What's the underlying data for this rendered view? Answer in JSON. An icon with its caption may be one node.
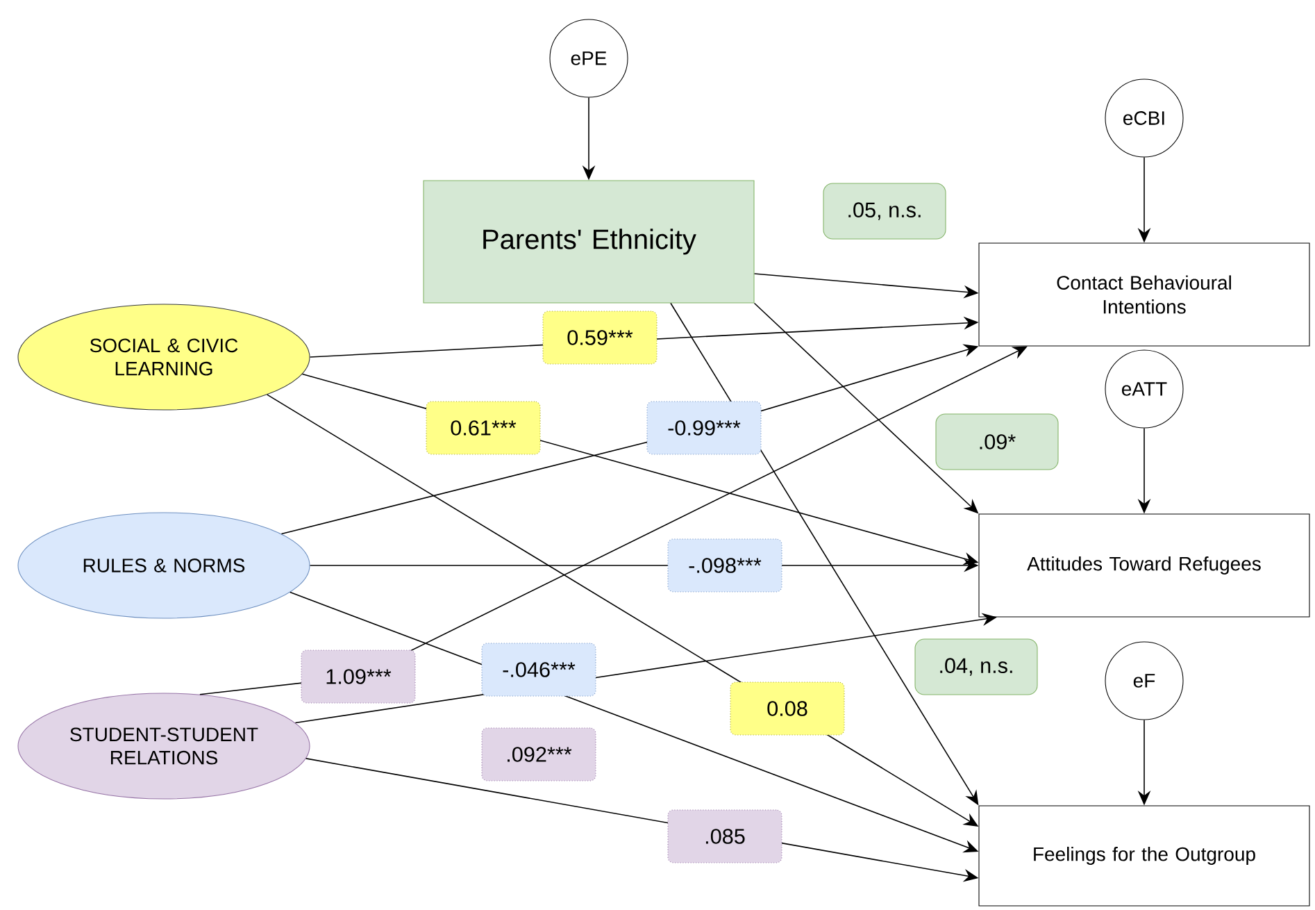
{
  "diagram": {
    "nodes": [
      {
        "text": [
          "ePE"
        ]
      },
      {
        "text": [
          "Parents' Ethnicity"
        ]
      },
      {
        "text": [
          "eCBI"
        ]
      },
      {
        "text": [
          "Contact Behavioural Intentions"
        ]
      },
      {
        "text": [
          "eATT"
        ]
      },
      {
        "text": [
          "Attitudes Toward Refugees"
        ]
      },
      {
        "text": [
          "eF"
        ]
      },
      {
        "text": [
          "Feelings for the Outgroup"
        ]
      },
      {
        "text": [
          "SOCIAL & CIVIC LEARNING"
        ]
      },
      {
        "text": [
          "RULES & NORMS"
        ]
      },
      {
        "text": [
          "STUDENT-STUDENT RELATIONS"
        ]
      }
    ],
    "edges": [
      {
        "from": 0,
        "to": 1,
        "arrow": "to"
      },
      {
        "from": 2,
        "to": 3,
        "arrow": "to"
      },
      {
        "from": 4,
        "to": 5,
        "arrow": "to"
      },
      {
        "from": 6,
        "to": 7,
        "arrow": "to"
      },
      {
        "from": 1,
        "to": 3,
        "arrow": "to"
      },
      {
        "from": 1,
        "to": 5,
        "arrow": "to"
      },
      {
        "from": 1,
        "to": 7,
        "arrow": "to"
      },
      {
        "from": 8,
        "to": 3,
        "arrow": "to",
        "label": "0.59***"
      },
      {
        "from": 8,
        "to": 5,
        "arrow": "to",
        "label": "0.61***"
      },
      {
        "from": 8,
        "to": 7,
        "arrow": "to",
        "label": "0.08"
      },
      {
        "from": 9,
        "to": 3,
        "arrow": "to",
        "label": "-0.99***"
      },
      {
        "from": 9,
        "to": 5,
        "arrow": "to",
        "label": "-.098***"
      },
      {
        "from": 9,
        "to": 7,
        "arrow": "to",
        "label": "-.046***"
      },
      {
        "from": 10,
        "to": 3,
        "arrow": "to",
        "label": "1.09***"
      },
      {
        "from": 10,
        "to": 5,
        "arrow": "to",
        "label": ".092***"
      },
      {
        "from": 10,
        "to": 7,
        "arrow": "to",
        "label": ".085"
      }
    ],
    "labels": [
      ".05, n.s.",
      ".09*",
      ".04, n.s."
    ]
  }
}
